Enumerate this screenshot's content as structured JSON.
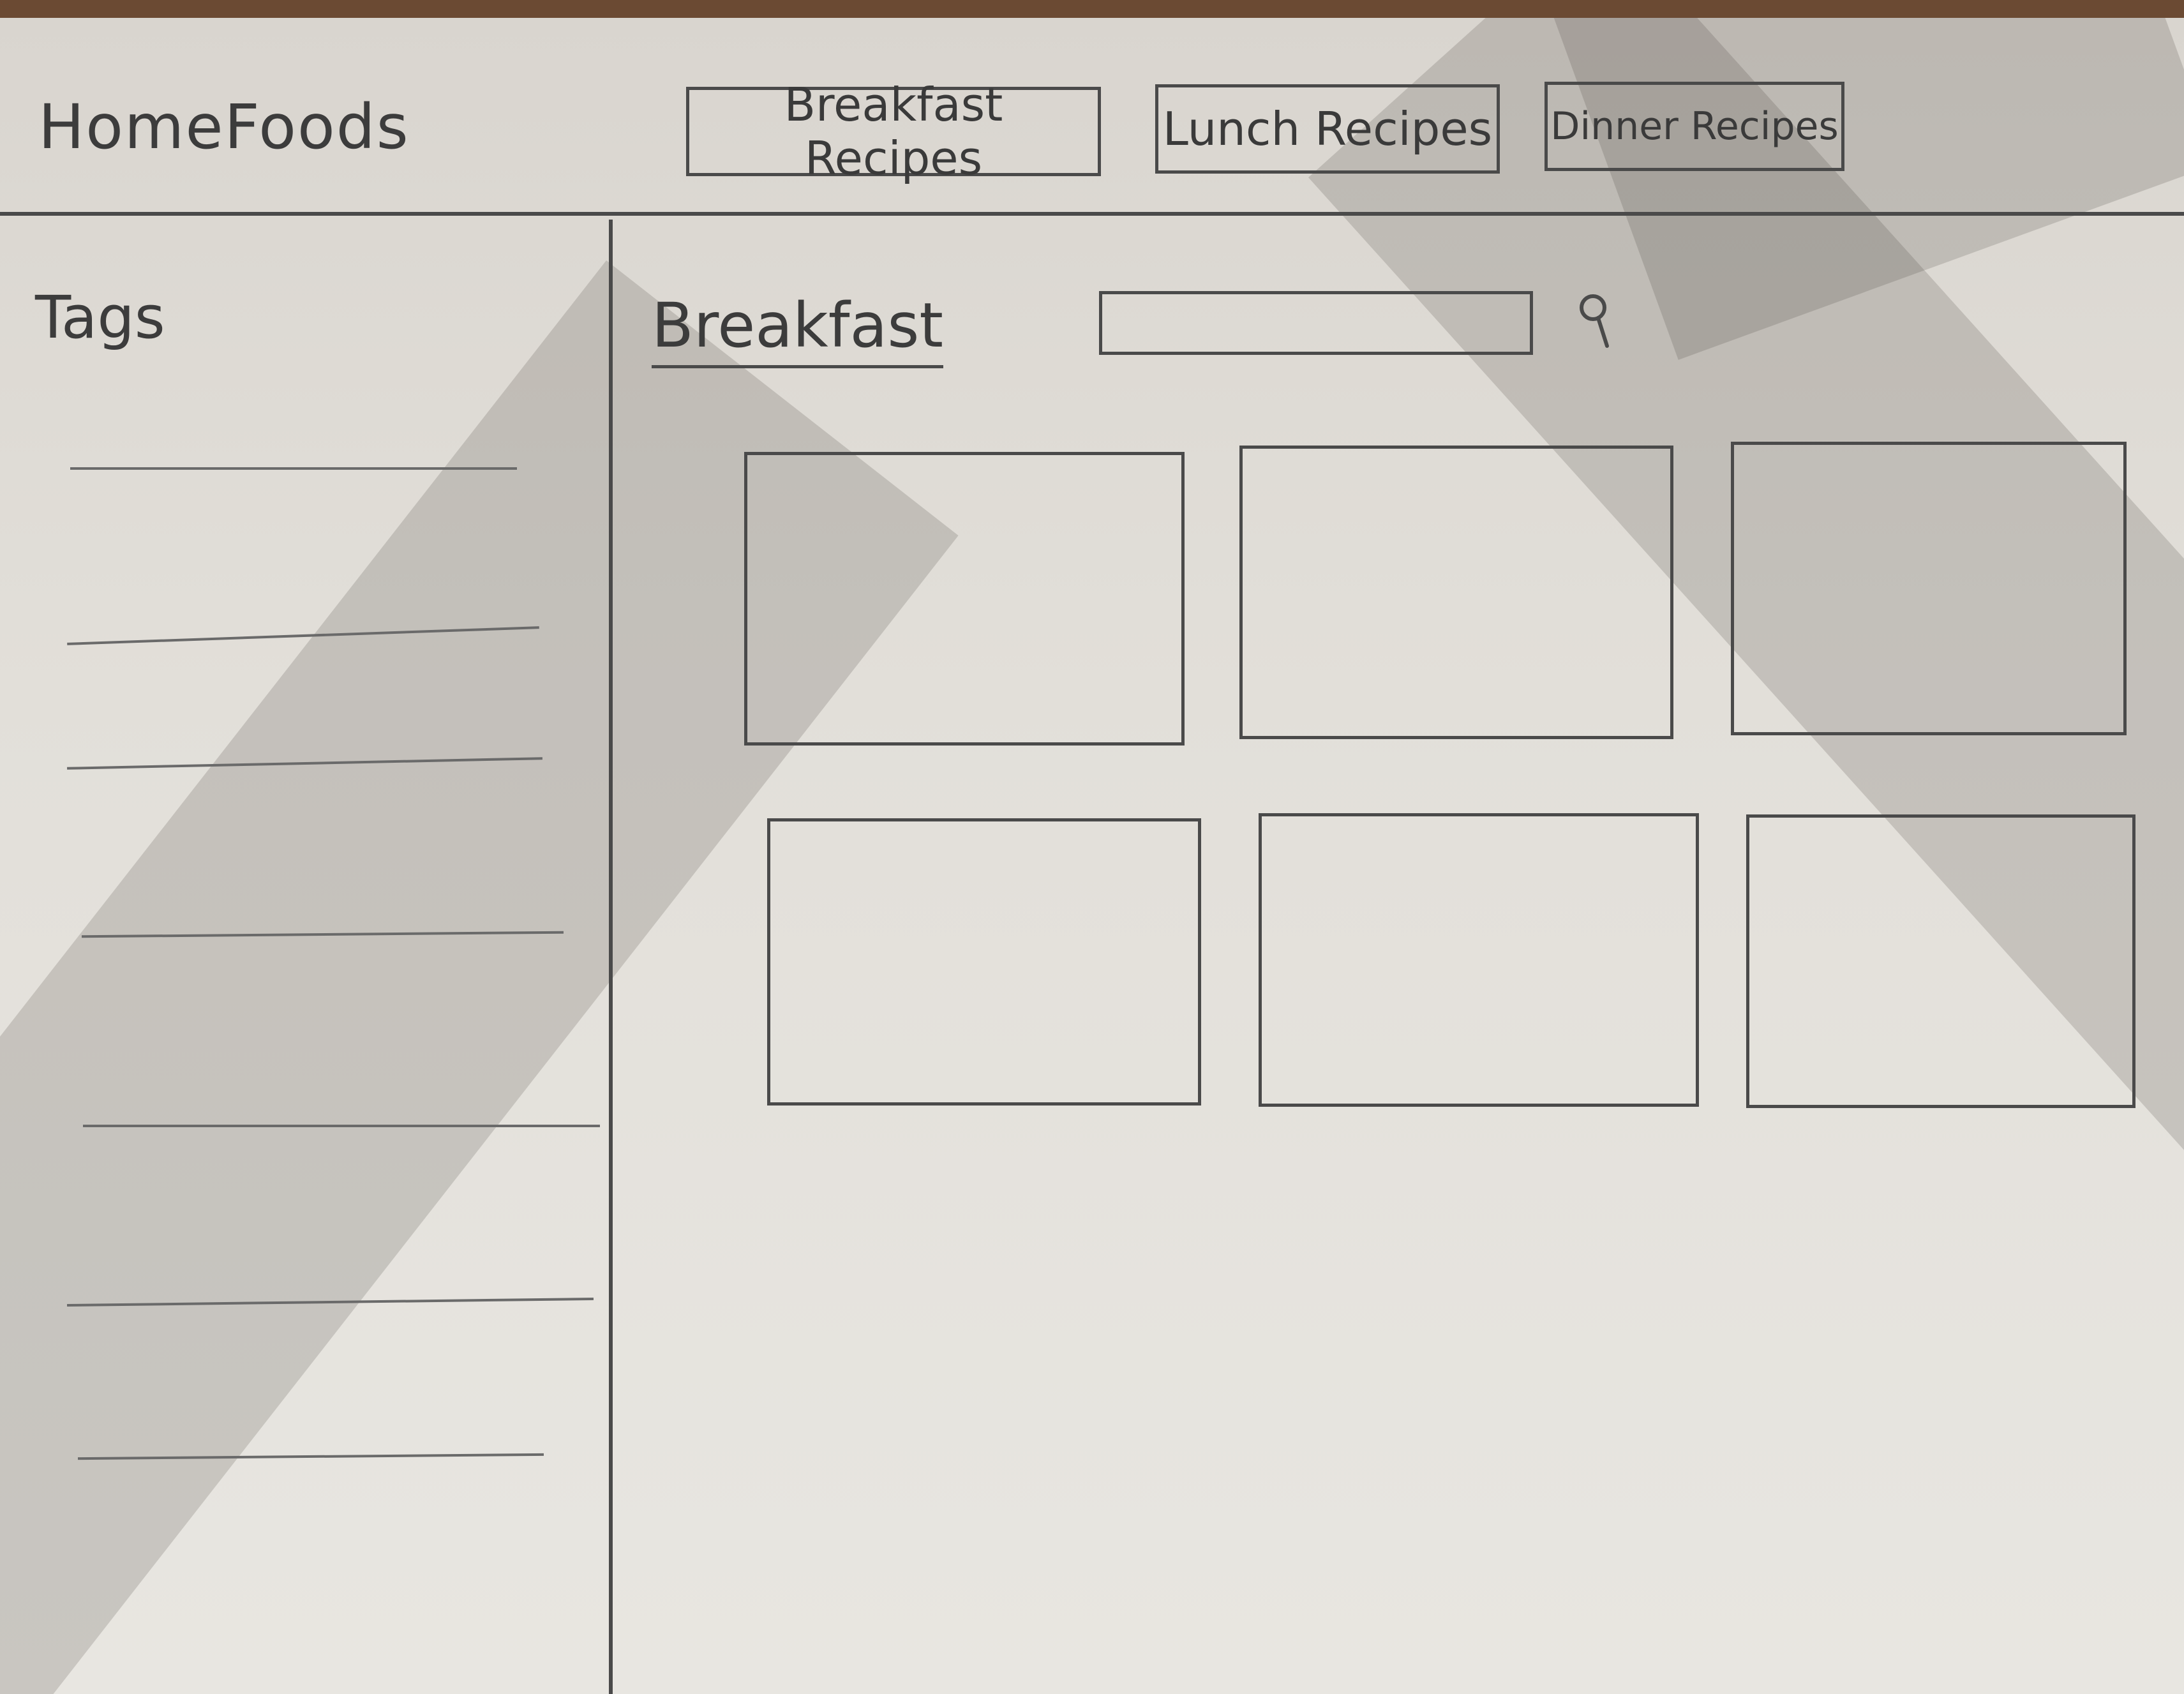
{
  "header": {
    "brand": "HomeFoods",
    "nav": [
      {
        "label": "Breakfast Recipes"
      },
      {
        "label": "Lunch Recipes"
      },
      {
        "label": "Dinner Recipes"
      }
    ]
  },
  "sidebar": {
    "title": "Tags",
    "tags": [
      "",
      "",
      "",
      "",
      "",
      "",
      ""
    ]
  },
  "main": {
    "title": "Breakfast",
    "search": {
      "value": "",
      "placeholder": ""
    },
    "cards": [
      "",
      "",
      "",
      "",
      "",
      ""
    ]
  },
  "colors": {
    "paper": "#e2dfd9",
    "ink": "#4a4a4a",
    "table": "#6b4a33"
  },
  "icons": {
    "search": "search-icon"
  }
}
